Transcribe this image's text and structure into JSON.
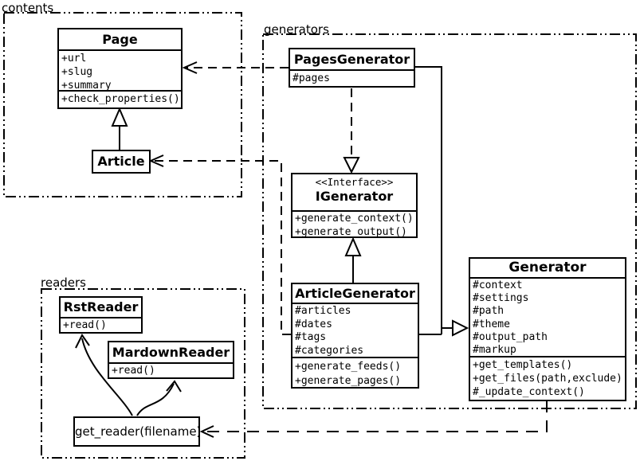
{
  "diagram": {
    "type": "uml-class-diagram",
    "colors": {
      "line": "#000000",
      "background": "#ffffff"
    }
  },
  "packages": {
    "contents": {
      "label": "contents"
    },
    "generators": {
      "label": "generators"
    },
    "readers": {
      "label": "readers"
    }
  },
  "classes": {
    "page": {
      "name": "Page",
      "attributes": [
        "+url",
        "+slug",
        "+summary"
      ],
      "methods": [
        "+check_properties()"
      ]
    },
    "article": {
      "name": "Article"
    },
    "pages_generator": {
      "name": "PagesGenerator",
      "attributes": [
        "#pages"
      ]
    },
    "igenerator": {
      "stereotype": "<<Interface>>",
      "name": "IGenerator",
      "methods": [
        "+generate_context()",
        "+generate_output()"
      ]
    },
    "article_generator": {
      "name": "ArticleGenerator",
      "attributes": [
        "#articles",
        "#dates",
        "#tags",
        "#categories"
      ],
      "methods": [
        "+generate_feeds()",
        "+generate_pages()"
      ]
    },
    "generator": {
      "name": "Generator",
      "attributes": [
        "#context",
        "#settings",
        "#path",
        "#theme",
        "#output_path",
        "#markup"
      ],
      "methods": [
        "+get_templates()",
        "+get_files(path,exclude)",
        "#_update_context()"
      ]
    },
    "rst_reader": {
      "name": "RstReader",
      "methods": [
        "+read()"
      ]
    },
    "mardown_reader": {
      "name": "MardownReader",
      "methods": [
        "+read()"
      ]
    },
    "get_reader": {
      "name": "get_reader(filename)"
    }
  },
  "relationships": [
    {
      "from": "Article",
      "to": "Page",
      "type": "inheritance"
    },
    {
      "from": "PagesGenerator",
      "to": "Page",
      "type": "dependency"
    },
    {
      "from": "ArticleGenerator",
      "to": "Article",
      "type": "dependency"
    },
    {
      "from": "PagesGenerator",
      "to": "IGenerator",
      "type": "realization"
    },
    {
      "from": "ArticleGenerator",
      "to": "IGenerator",
      "type": "inheritance"
    },
    {
      "from": "PagesGenerator",
      "to": "Generator",
      "type": "inheritance"
    },
    {
      "from": "ArticleGenerator",
      "to": "Generator",
      "type": "inheritance"
    },
    {
      "from": "Generator",
      "to": "get_reader(filename)",
      "type": "dependency"
    },
    {
      "from": "get_reader(filename)",
      "to": "RstReader",
      "type": "call-arrow"
    },
    {
      "from": "get_reader(filename)",
      "to": "MardownReader",
      "type": "call-arrow"
    }
  ]
}
